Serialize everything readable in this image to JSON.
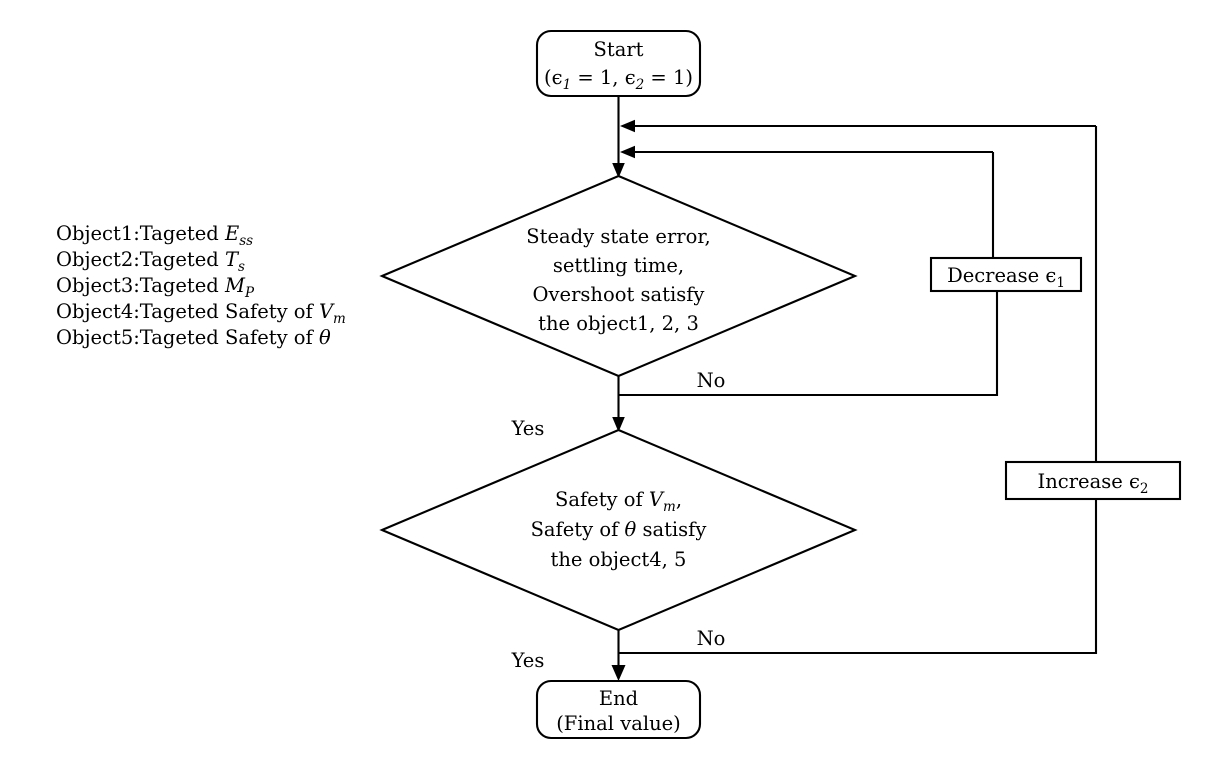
{
  "diagram": {
    "title_text": "",
    "background_color": "#ffffff",
    "line_color": "#000000",
    "legend": {
      "lines": [
        {
          "prefix": "Object1:Tageted ",
          "symbol": "E",
          "subscript": "ss",
          "suffix": ""
        },
        {
          "prefix": "Object2:Tageted ",
          "symbol": "T",
          "subscript": "s",
          "suffix": ""
        },
        {
          "prefix": "Object3:Tageted ",
          "symbol": "M",
          "subscript": "P",
          "suffix": ""
        },
        {
          "prefix": "Object4:Tageted Safety of ",
          "symbol": "V",
          "subscript": "m",
          "suffix": ""
        },
        {
          "prefix": "Object5:Tageted Safety of ",
          "symbol": "θ",
          "subscript": "",
          "suffix": ""
        }
      ],
      "full_text": [
        "Object1:Tageted E_ss",
        "Object2:Tageted T_s",
        "Object3:Tageted M_P",
        "Object4:Tageted Safety of V_m",
        "Object5:Tageted Safety of θ"
      ]
    },
    "nodes": {
      "start": {
        "shape": "rounded-rectangle",
        "line1": "Start",
        "line2_parts": [
          {
            "t": "("
          },
          {
            "t": "ϵ",
            "style": "math"
          },
          {
            "t": "1",
            "style": "sub"
          },
          {
            "t": " = 1, "
          },
          {
            "t": "ϵ",
            "style": "math"
          },
          {
            "t": "2",
            "style": "sub"
          },
          {
            "t": " = 1)"
          }
        ],
        "line2_plain": "(ϵ₁ = 1, ϵ₂ = 1)"
      },
      "decision1": {
        "shape": "diamond",
        "lines": [
          "Steady state error,",
          "settling time,",
          "Overshoot satisfy",
          "the object1, 2, 3"
        ]
      },
      "decision2": {
        "shape": "diamond",
        "lines_parts": [
          [
            {
              "t": "Safety of "
            },
            {
              "t": "V",
              "style": "math"
            },
            {
              "t": "m",
              "style": "sub"
            },
            {
              "t": ","
            }
          ],
          [
            {
              "t": "Safety of "
            },
            {
              "t": "θ",
              "style": "math"
            },
            {
              "t": " satisfy"
            }
          ],
          [
            {
              "t": "the object4, 5"
            }
          ]
        ],
        "lines_plain": [
          "Safety of V_m,",
          "Safety of θ satisfy",
          "the object4, 5"
        ]
      },
      "decrease": {
        "shape": "rectangle",
        "parts": [
          {
            "t": "Decrease "
          },
          {
            "t": "ϵ",
            "style": "math"
          },
          {
            "t": "1",
            "style": "sub"
          }
        ],
        "plain": "Decrease ϵ₁"
      },
      "increase": {
        "shape": "rectangle",
        "parts": [
          {
            "t": "Increase "
          },
          {
            "t": "ϵ",
            "style": "math"
          },
          {
            "t": "2",
            "style": "sub"
          }
        ],
        "plain": "Increase ϵ₂"
      },
      "end": {
        "shape": "rounded-rectangle",
        "line1": "End",
        "line2": "(Final value)"
      }
    },
    "edge_labels": {
      "no1": "No",
      "yes1": "Yes",
      "no2": "No",
      "yes2": "Yes"
    }
  }
}
